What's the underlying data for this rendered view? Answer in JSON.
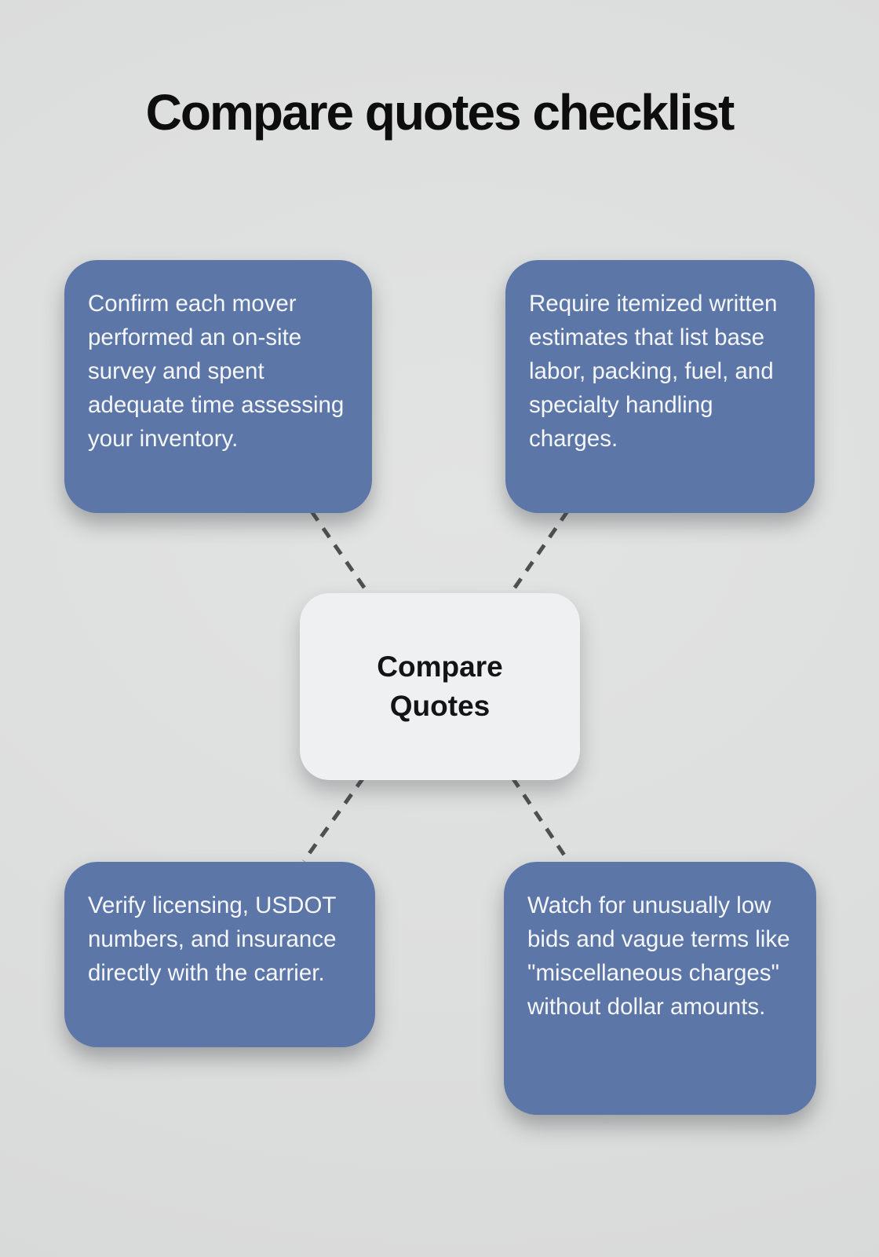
{
  "title": "Compare quotes checklist",
  "center_node": {
    "label": "Compare Quotes"
  },
  "checklist_nodes": {
    "top_left": {
      "text": "Confirm each mover performed an on-site survey and spent adequate time assessing your inventory."
    },
    "top_right": {
      "text": "Require itemized written estimates that list base labor, packing, fuel, and specialty handling charges."
    },
    "bottom_left": {
      "text": "Verify licensing, USDOT numbers, and insurance directly with the carrier."
    },
    "bottom_right": {
      "text": "Watch for unusually low bids and vague terms like \"miscellaneous charges\" without dollar amounts."
    }
  },
  "colors": {
    "background": "#dedfdf",
    "node_fill": "#5c76a8",
    "node_text": "#f5f7fa",
    "center_fill": "#eef0f2",
    "center_text": "#141414",
    "connector": "#4f4f4f",
    "title_text": "#0d0d0d"
  }
}
